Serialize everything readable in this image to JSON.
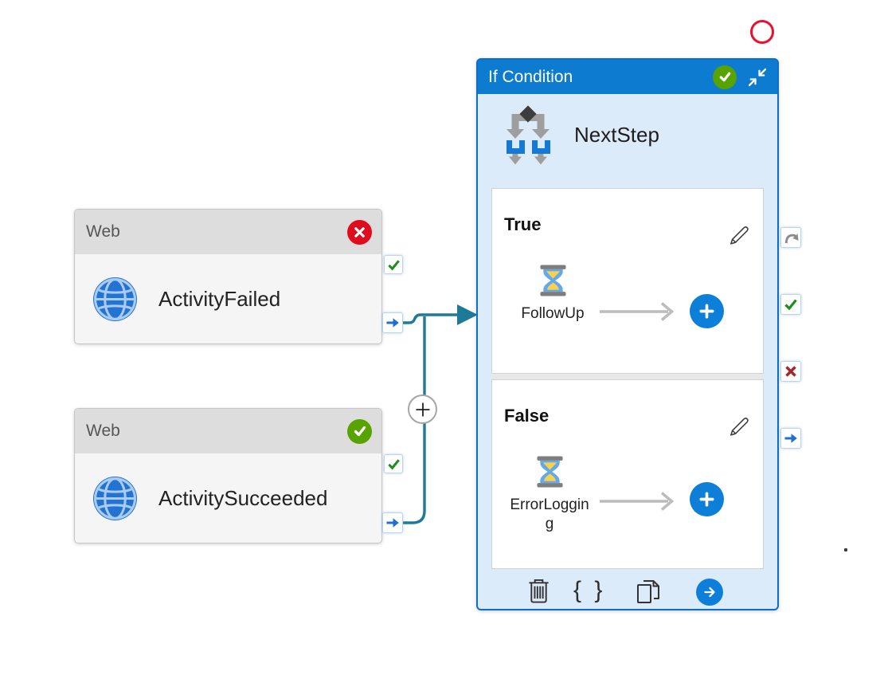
{
  "colors": {
    "if_header_blue": "#0c7bd0",
    "if_body_blue": "#dcebfa",
    "if_border_blue": "#0b6fc9",
    "connector_teal": "#1f7a99",
    "success_green_badge": "#57a300",
    "error_red_badge": "#e00b1c",
    "port_check_green": "#1e8c1e",
    "port_cross_red": "#a4262c",
    "port_arrow_blue": "#1f6fd0",
    "accent_blue": "#0e7fd9",
    "annotation_red": "#e8112d"
  },
  "web_failed": {
    "type_label": "Web",
    "name": "ActivityFailed",
    "status_icon": "error-badge"
  },
  "web_succeeded": {
    "type_label": "Web",
    "name": "ActivitySucceeded",
    "status_icon": "success-badge"
  },
  "if_condition": {
    "title": "If Condition",
    "name": "NextStep",
    "status_icon": "success-badge",
    "collapse_icon": "collapse-arrows",
    "true_branch": {
      "label": "True",
      "activity": "FollowUp",
      "activity_icon": "wait-hourglass-icon"
    },
    "false_branch": {
      "label": "False",
      "activity": "ErrorLogging",
      "activity_icon": "wait-hourglass-icon"
    },
    "code_glyph": "{ }",
    "toolbar_icons": [
      "delete-icon",
      "code-braces-icon",
      "copy-icon",
      "add-output-icon"
    ],
    "output_ports": [
      "completion-port",
      "success-port",
      "failure-port",
      "output-arrow-port"
    ]
  },
  "web_ports": [
    "success-port",
    "output-arrow-port"
  ]
}
